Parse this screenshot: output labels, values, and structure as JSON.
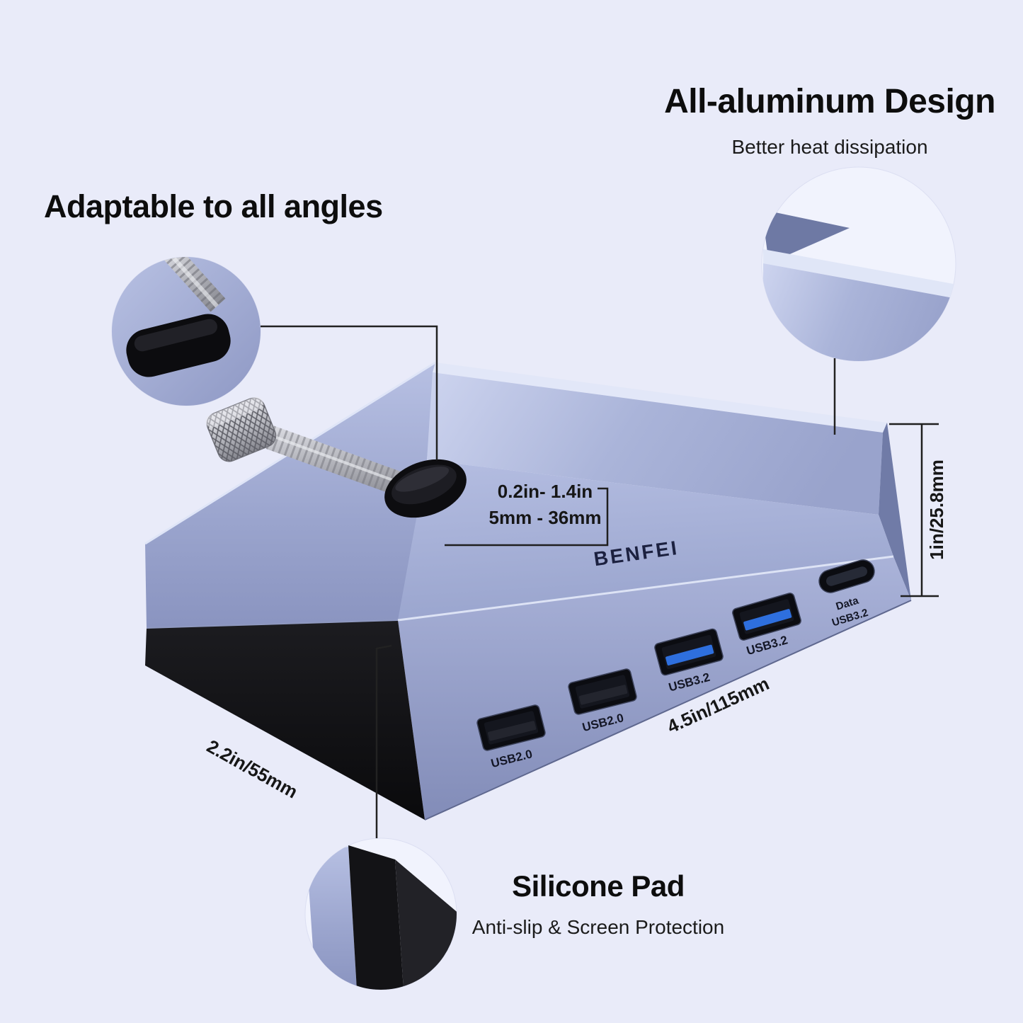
{
  "page": {
    "background": "#e9ebf9"
  },
  "headings": {
    "aluminum_title": "All-aluminum Design",
    "aluminum_subtitle": "Better heat dissipation",
    "angles_title": "Adaptable to all angles",
    "silicone_title": "Silicone Pad",
    "silicone_subtitle": "Anti-slip & Screen Protection"
  },
  "product": {
    "brand": "BENFEI",
    "ports": [
      {
        "label": "USB2.0",
        "type": "usb-a-2.0"
      },
      {
        "label": "USB2.0",
        "type": "usb-a-2.0"
      },
      {
        "label": "USB3.2",
        "type": "usb-a-3.2"
      },
      {
        "label": "USB3.2",
        "type": "usb-a-3.2"
      },
      {
        "label_line1": "Data",
        "label_line2": "USB3.2",
        "type": "usb-c-3.2"
      }
    ]
  },
  "dimensions": {
    "clamp_range_inches": "0.2in- 1.4in",
    "clamp_range_mm": "5mm - 36mm",
    "height_label": "1in/25.8mm",
    "width_label": "4.5in/115mm",
    "depth_label": "2.2in/55mm"
  },
  "colors": {
    "background": "#e9ebf9",
    "aluminum_light": "#b9c2e4",
    "aluminum_mid": "#99a3cc",
    "aluminum_dark": "#7c87b2",
    "silicone_black": "#141416",
    "usb3_blue": "#2e6fde",
    "text_dark": "#111111",
    "annotation_line": "#222222"
  }
}
